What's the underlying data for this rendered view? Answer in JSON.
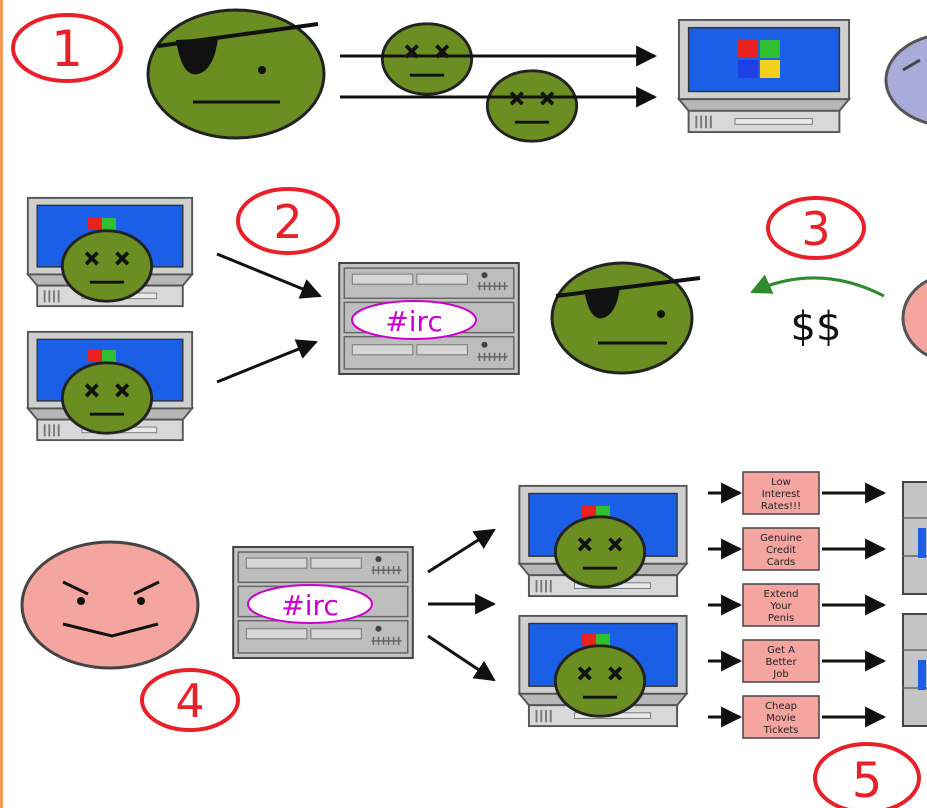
{
  "steps": [
    {
      "number": "1"
    },
    {
      "number": "2"
    },
    {
      "number": "3"
    },
    {
      "number": "4"
    },
    {
      "number": "5"
    }
  ],
  "server_label": "#irc",
  "payment_label": "$$",
  "spam_messages": [
    [
      "Low",
      "Interest",
      "Rates!!!"
    ],
    [
      "Genuine",
      "Credit",
      "Cards"
    ],
    [
      "Extend",
      "Your",
      "Penis"
    ],
    [
      "Get A",
      "Better",
      "Job"
    ],
    [
      "Cheap",
      "Movie",
      "Tickets"
    ]
  ],
  "colors": {
    "zombie": "#6b8e23",
    "victim": "#f4a5a0",
    "client": "#a9acd9",
    "screen": "#1a5fe6",
    "step_circle": "#e8202a",
    "server": "#bdbdbd",
    "irc_text": "#cc00cc",
    "arrow_green": "#2e8b2e",
    "left_border": "#f39a55"
  }
}
